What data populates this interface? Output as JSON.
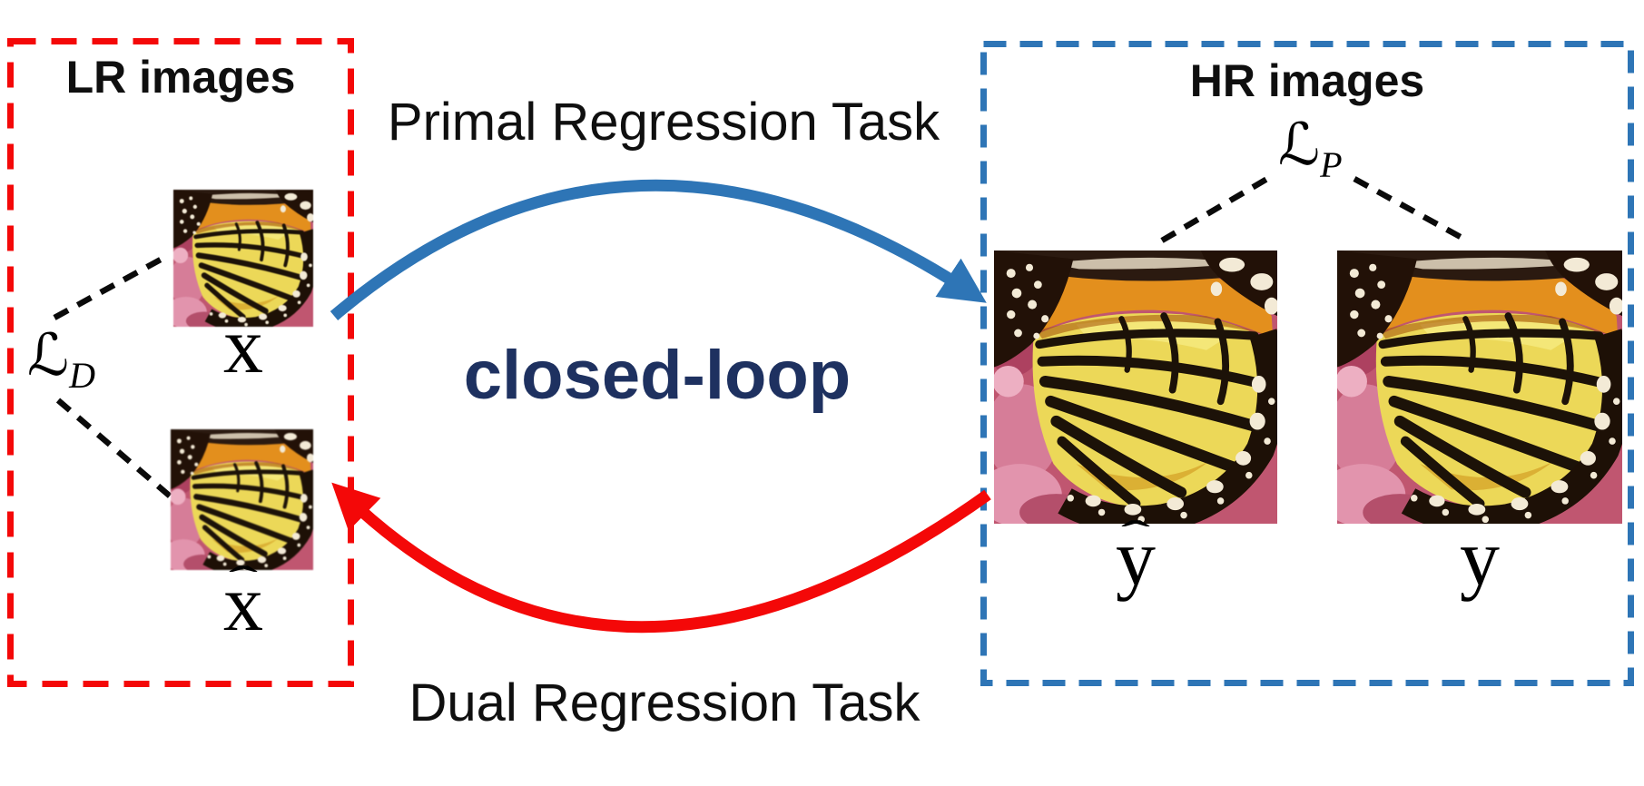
{
  "glyphs": {
    "hat": "ˆ"
  },
  "colors": {
    "box_red": "#f40808",
    "arrow_red": "#f40808",
    "box_blue": "#2e75b6",
    "arrow_blue": "#2e75b6",
    "loop_text_navy": "#1e3160",
    "text_black": "#0f0f0f"
  },
  "lr_box": {
    "title": "LR images",
    "loss": {
      "letter": "ℒ",
      "subscript": "D"
    },
    "images": [
      {
        "label": "x",
        "has_hat": false
      },
      {
        "label": "x",
        "has_hat": true
      }
    ]
  },
  "hr_box": {
    "title": "HR images",
    "loss": {
      "letter": "ℒ",
      "subscript": "P"
    },
    "images": [
      {
        "label": "y",
        "has_hat": true
      },
      {
        "label": "y",
        "has_hat": false
      }
    ]
  },
  "center": {
    "primal_task_label": "Primal Regression Task",
    "loop_label": "closed-loop",
    "dual_task_label": "Dual Regression Task"
  }
}
